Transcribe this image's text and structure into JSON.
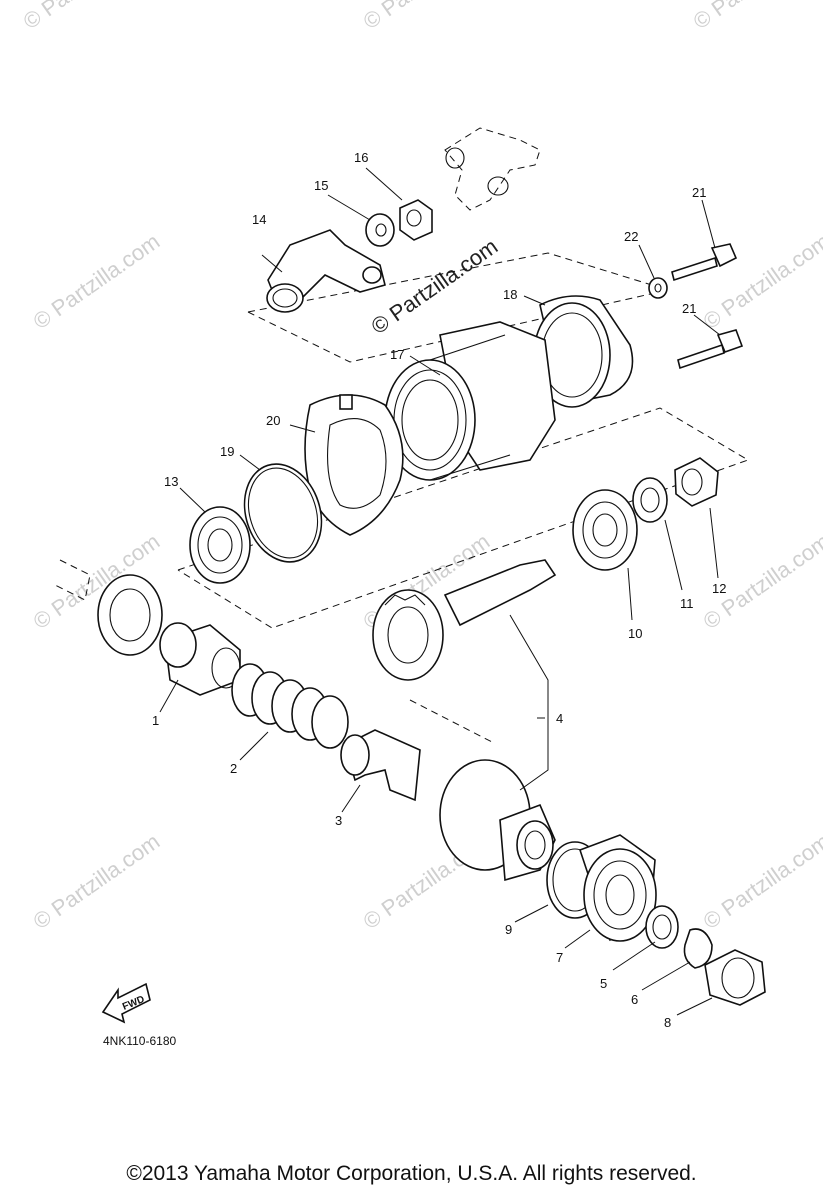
{
  "watermark": {
    "text": "© Partzilla.com"
  },
  "callouts": [
    {
      "id": "c1",
      "label": "1"
    },
    {
      "id": "c2",
      "label": "2"
    },
    {
      "id": "c3",
      "label": "3"
    },
    {
      "id": "c4",
      "label": "4"
    },
    {
      "id": "c5",
      "label": "5"
    },
    {
      "id": "c6",
      "label": "6"
    },
    {
      "id": "c7",
      "label": "7"
    },
    {
      "id": "c8",
      "label": "8"
    },
    {
      "id": "c9",
      "label": "9"
    },
    {
      "id": "c10",
      "label": "10"
    },
    {
      "id": "c11",
      "label": "11"
    },
    {
      "id": "c12",
      "label": "12"
    },
    {
      "id": "c13",
      "label": "13"
    },
    {
      "id": "c14",
      "label": "14"
    },
    {
      "id": "c15",
      "label": "15"
    },
    {
      "id": "c16",
      "label": "16"
    },
    {
      "id": "c17",
      "label": "17"
    },
    {
      "id": "c18",
      "label": "18"
    },
    {
      "id": "c19",
      "label": "19"
    },
    {
      "id": "c20",
      "label": "20"
    },
    {
      "id": "c21a",
      "label": "21"
    },
    {
      "id": "c21b",
      "label": "21"
    },
    {
      "id": "c22",
      "label": "22"
    }
  ],
  "fwd_label": "FWD",
  "diagram_code": "4NK110-6180",
  "copyright": "©2013  Yamaha Motor Corporation, U.S.A. All rights reserved."
}
